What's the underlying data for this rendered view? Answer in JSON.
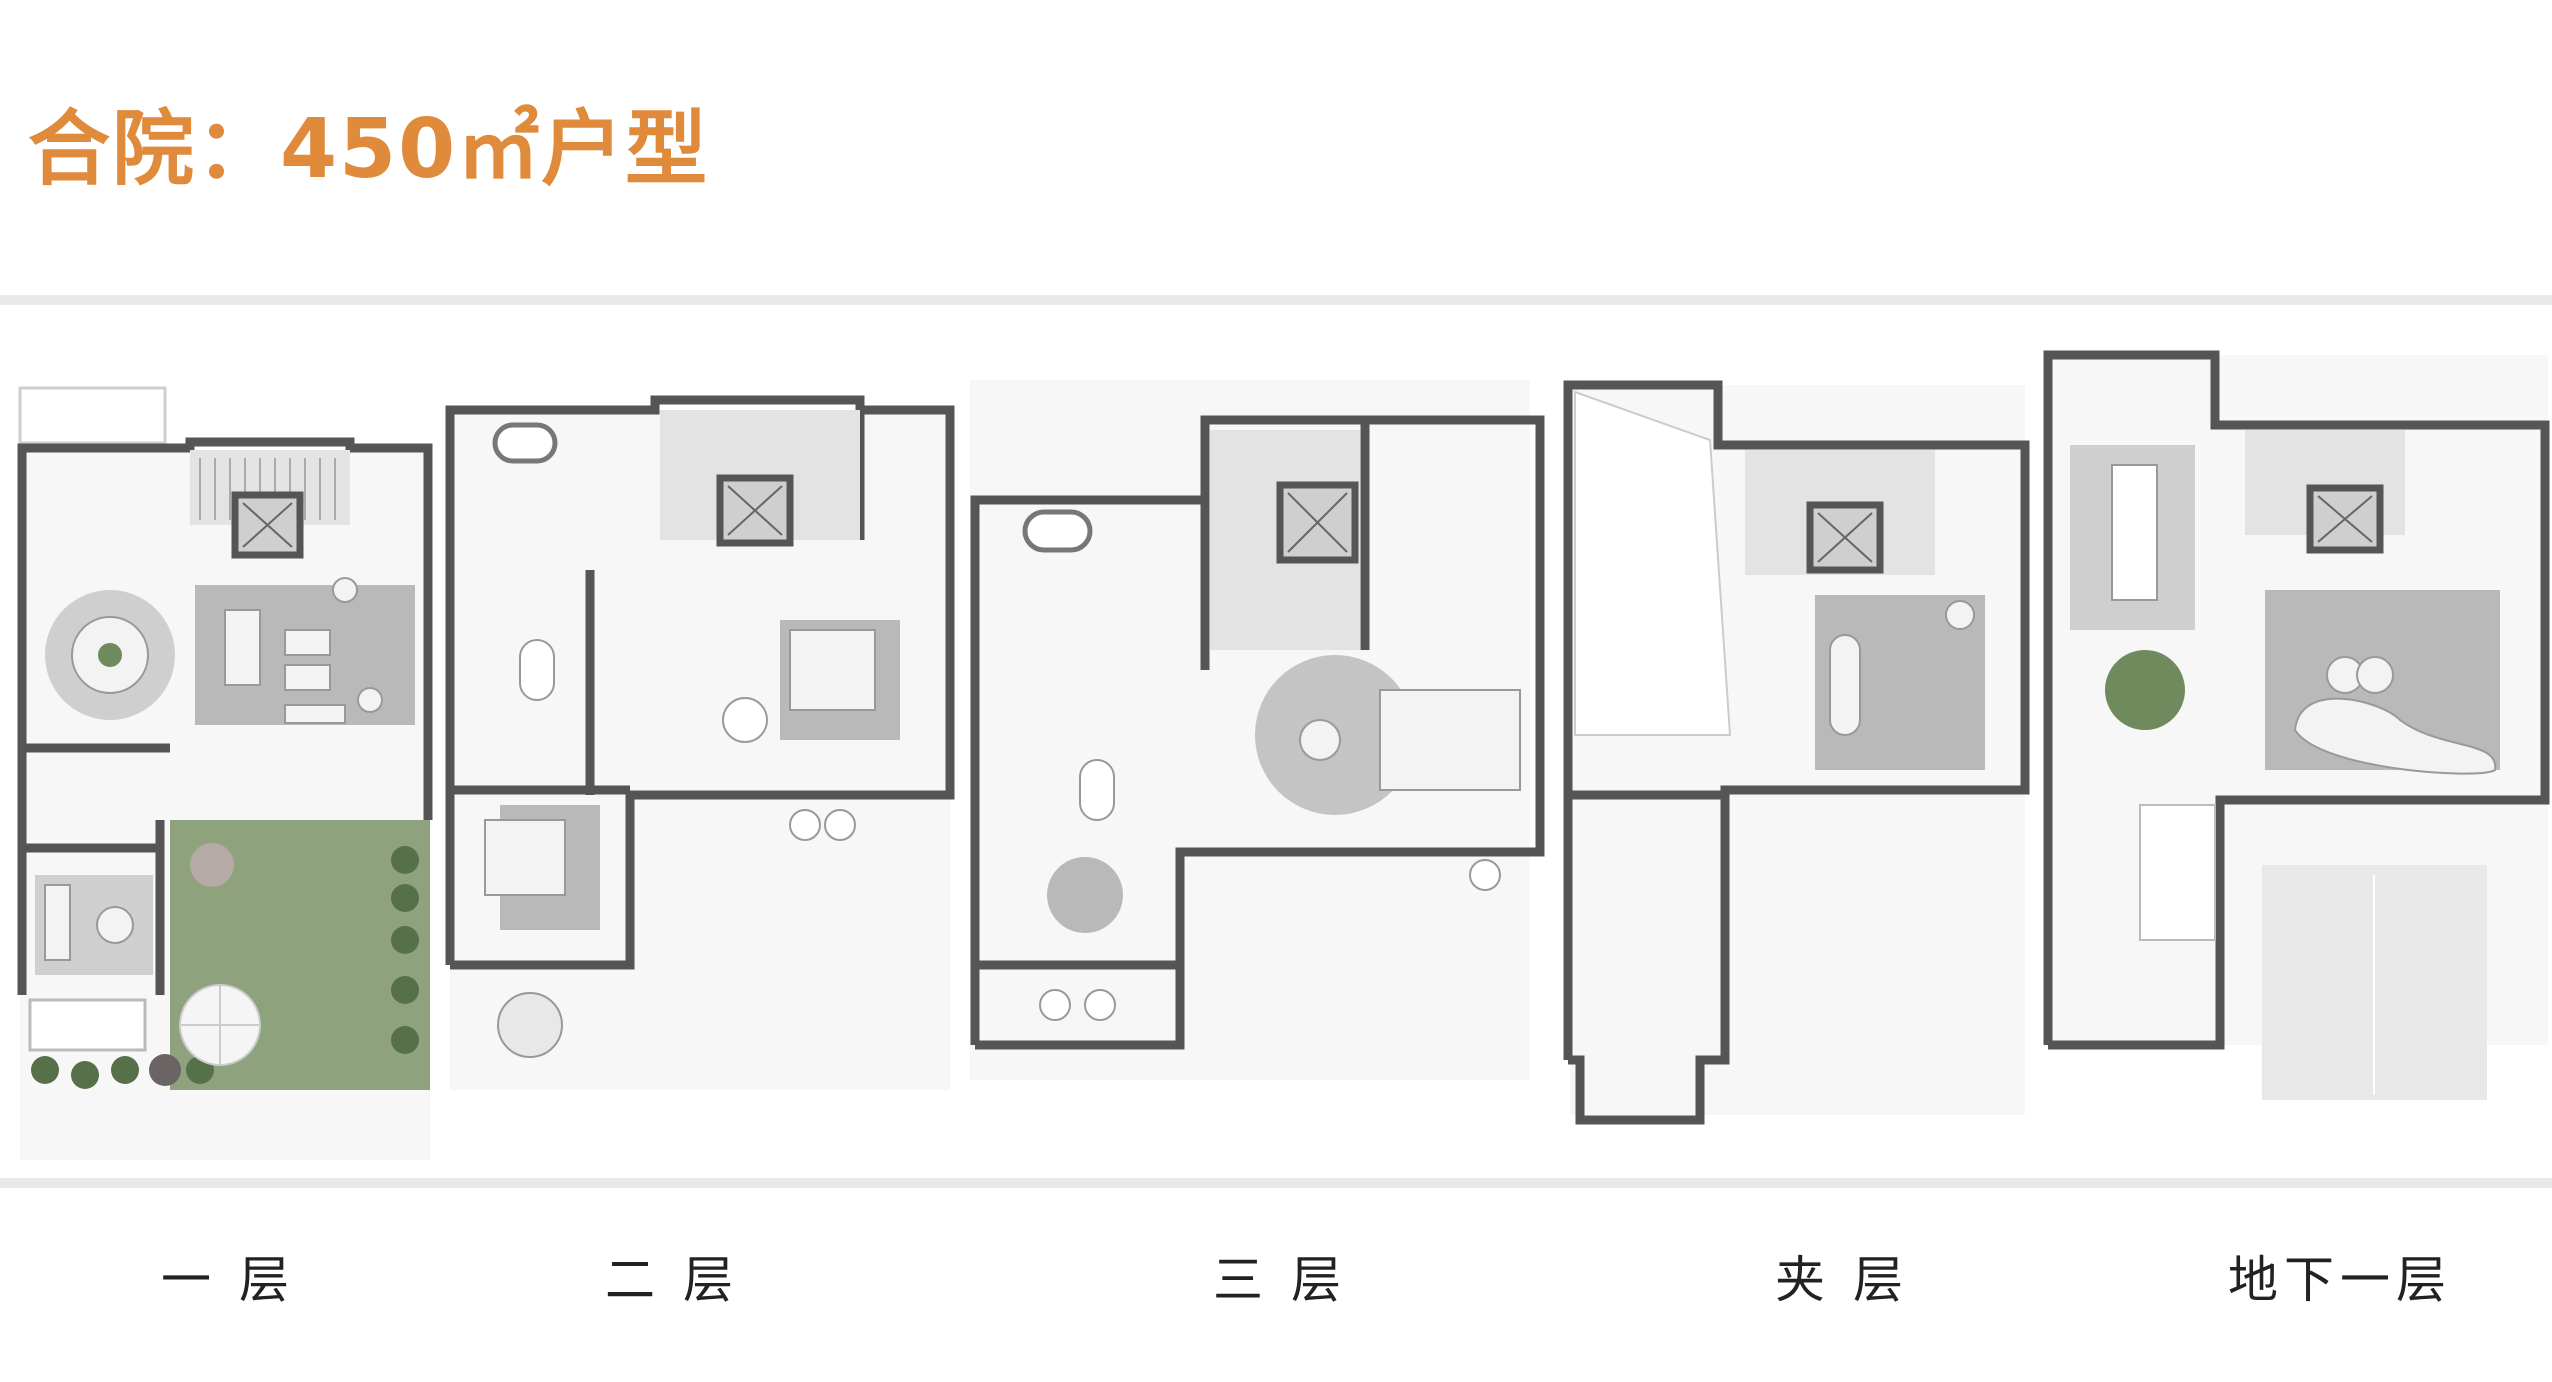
{
  "page": {
    "title": "合院：450㎡户型"
  },
  "floors": [
    {
      "label": "一 层"
    },
    {
      "label": "二 层"
    },
    {
      "label": "三 层"
    },
    {
      "label": "夹 层"
    },
    {
      "label": "地下一层"
    }
  ],
  "colors": {
    "title": "#e08a3c",
    "wall": "#555555",
    "lawn": "#8ea27e",
    "rug": "#b9b9b9",
    "band": "#e9e9e9"
  },
  "icons": [
    "elevator-icon",
    "stair-icon",
    "bathtub-icon",
    "tree-icon",
    "umbrella-icon",
    "round-table-icon",
    "sofa-icon",
    "bed-icon"
  ]
}
